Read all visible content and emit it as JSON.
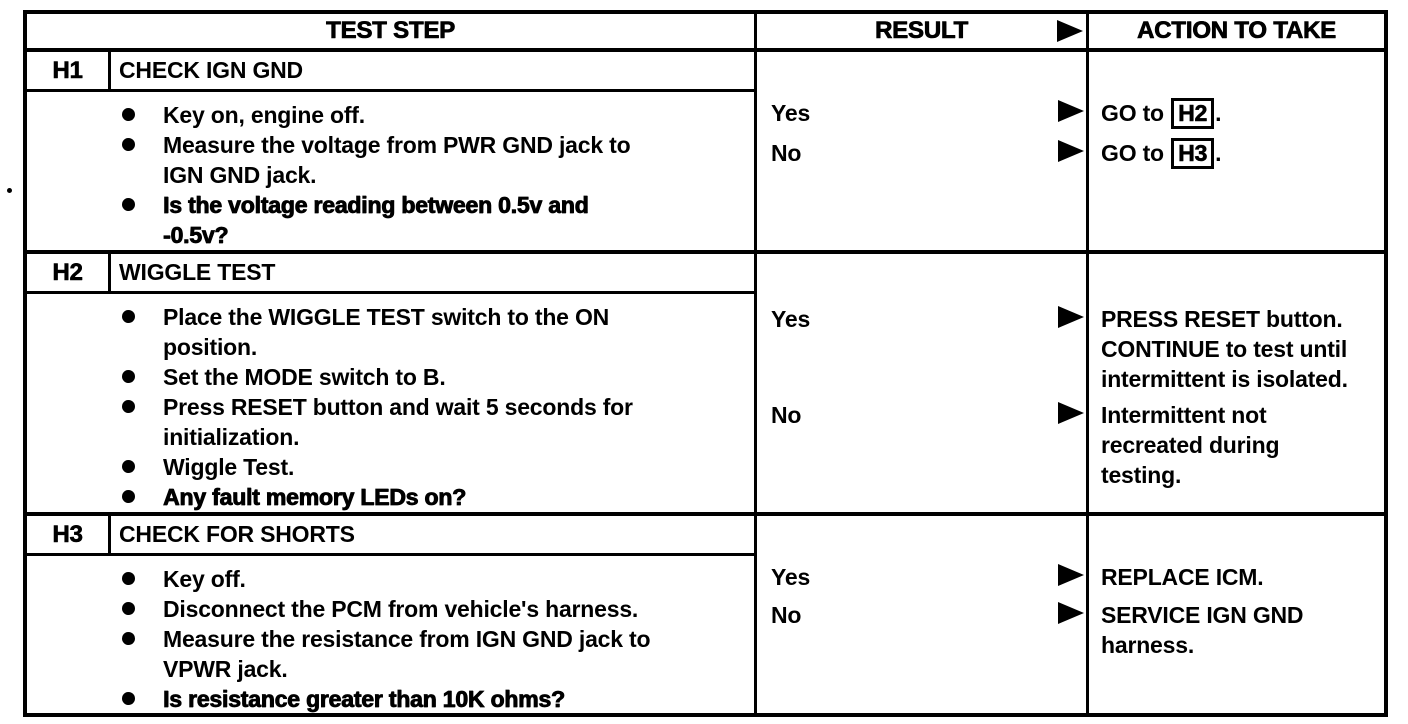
{
  "header": {
    "test_step": "TEST STEP",
    "result": "RESULT",
    "action": "ACTION TO TAKE"
  },
  "rows": [
    {
      "id": "H1",
      "title": "CHECK IGN GND",
      "steps": [
        {
          "text": "Key on, engine off."
        },
        {
          "text": "Measure the voltage from PWR GND jack to\nIGN GND jack."
        },
        {
          "text": "Is the voltage reading between 0.5v and\n-0.5v?"
        }
      ],
      "outcomes": [
        {
          "result": "Yes",
          "action_prefix": "GO to ",
          "action_ref": "H2",
          "action_suffix": "."
        },
        {
          "result": "No",
          "action_prefix": "GO to ",
          "action_ref": "H3",
          "action_suffix": "."
        }
      ]
    },
    {
      "id": "H2",
      "title": "WIGGLE TEST",
      "steps": [
        {
          "text": "Place the WIGGLE TEST switch to the ON\nposition."
        },
        {
          "text": "Set the MODE switch to B."
        },
        {
          "text": "Press RESET button and wait 5 seconds for\ninitialization."
        },
        {
          "text": "Wiggle Test."
        },
        {
          "text": "Any fault memory LEDs on?"
        }
      ],
      "outcomes": [
        {
          "result": "Yes",
          "action": "PRESS RESET button.\nCONTINUE to test until\nintermittent is isolated."
        },
        {
          "result": "No",
          "action": "Intermittent not\nrecreated during\ntesting."
        }
      ]
    },
    {
      "id": "H3",
      "title": "CHECK FOR SHORTS",
      "steps": [
        {
          "text": "Key off."
        },
        {
          "text": "Disconnect the PCM from vehicle's harness."
        },
        {
          "text": "Measure the resistance from IGN GND jack to\nVPWR jack."
        },
        {
          "text": "Is resistance greater than 10K ohms?"
        }
      ],
      "outcomes": [
        {
          "result": "Yes",
          "action": "REPLACE ICM."
        },
        {
          "result": "No",
          "action": "SERVICE IGN GND\nharness."
        }
      ]
    }
  ],
  "colors": {
    "ink": "#000000",
    "paper": "#ffffff"
  }
}
